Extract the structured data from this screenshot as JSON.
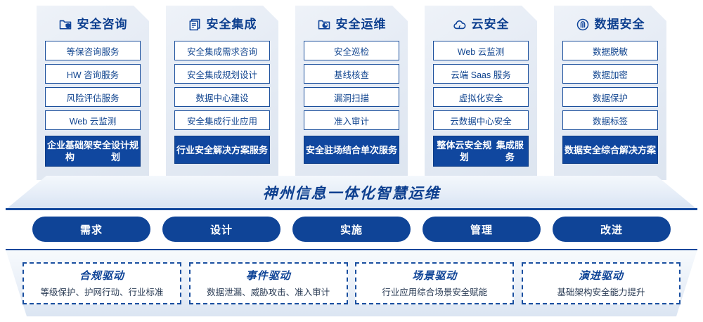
{
  "columns": [
    {
      "icon": "folder-shield-icon",
      "title": "安全咨询",
      "items": [
        "等保咨询服务",
        "HW 咨询服务",
        "风险评估服务",
        "Web 云监测"
      ],
      "footer": "企业基础架构\n安全设计规划"
    },
    {
      "icon": "stacked-documents-icon",
      "title": "安全集成",
      "items": [
        "安全集成需求咨询",
        "安全集成规划设计",
        "数据中心建设",
        "安全集成行业应用"
      ],
      "footer": "行业安全解决\n方案服务"
    },
    {
      "icon": "folder-chart-icon",
      "title": "安全运维",
      "items": [
        "安全巡检",
        "基线核查",
        "漏洞扫描",
        "准入审计"
      ],
      "footer": "安全驻场结合\n单次服务"
    },
    {
      "icon": "cloud-icon",
      "title": "云安全",
      "items": [
        "Web 云监测",
        "云端 Saas 服务",
        "虚拟化安全",
        "云数据中心安全"
      ],
      "footer": "整体云安全规划\n集成服务"
    },
    {
      "icon": "fingerprint-icon",
      "title": "数据安全",
      "items": [
        "数据脱敏",
        "数据加密",
        "数据保护",
        "数据标签"
      ],
      "footer": "数据安全综合\n解决方案"
    }
  ],
  "banner": {
    "text": "神州信息一体化智慧运维"
  },
  "pills": [
    {
      "label": "需求"
    },
    {
      "label": "设计"
    },
    {
      "label": "实施"
    },
    {
      "label": "管理"
    },
    {
      "label": "改进"
    }
  ],
  "drivers": [
    {
      "title": "合规驱动",
      "sub": "等级保护、护网行动、行业标准"
    },
    {
      "title": "事件驱动",
      "sub": "数据泄漏、威胁攻击、准入审计"
    },
    {
      "title": "场景驱动",
      "sub": "行业应用综合场景安全赋能"
    },
    {
      "title": "演进驱动",
      "sub": "基础架构安全能力提升"
    }
  ],
  "colors": {
    "deep_blue": "#0f4497",
    "title_blue": "#0d3f8f",
    "panel_light": "#e6ecf5",
    "border_blue": "#1b4f9c"
  }
}
